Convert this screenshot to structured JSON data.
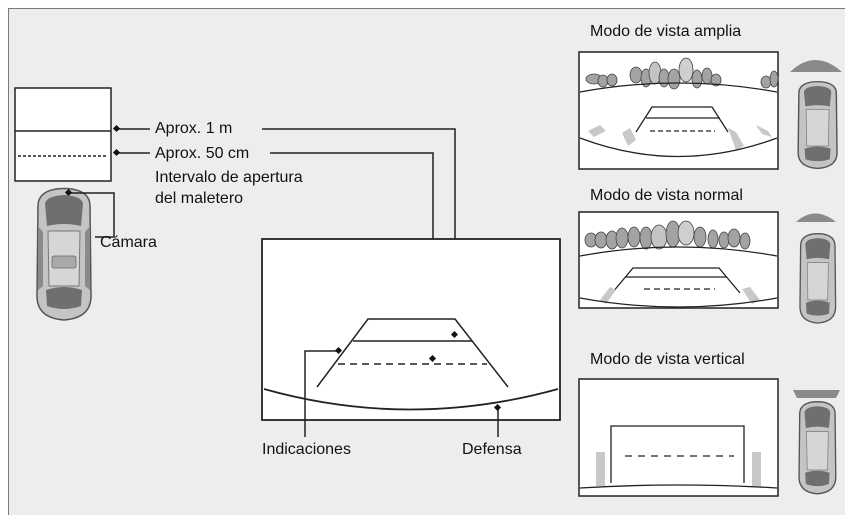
{
  "labels": {
    "approx_1m": "Aprox. 1 m",
    "approx_50cm": "Aprox. 50 cm",
    "trunk_interval_line1": "Intervalo de apertura",
    "trunk_interval_line2": "del maletero",
    "camera": "Cámara",
    "guidelines": "Indicaciones",
    "bumper": "Defensa"
  },
  "modes": [
    {
      "title": "Modo de vista amplia"
    },
    {
      "title": "Modo de vista normal"
    },
    {
      "title": "Modo de vista vertical"
    }
  ],
  "colors": {
    "panel_bg": "#ededed",
    "line": "#222222",
    "car_body": "#b9b9b9",
    "car_outline": "#555555",
    "shade": "#8a8a8a",
    "tree": "#8f8f8f"
  }
}
